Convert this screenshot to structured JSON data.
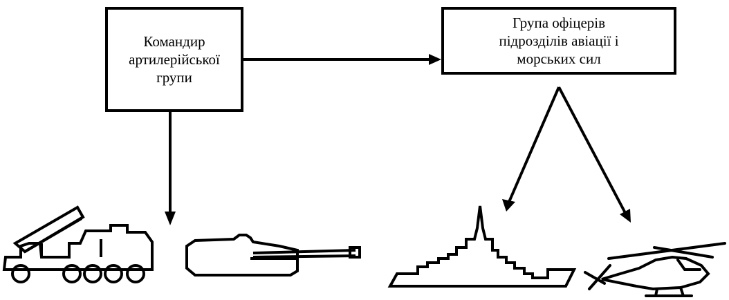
{
  "commander_box": {
    "lines": [
      "Командир",
      "артилерійської",
      "групи"
    ]
  },
  "officers_box": {
    "lines": [
      "Група офіцерів",
      "підрозділів авіації і",
      "морських сил"
    ]
  },
  "icons": {
    "rocket_launcher": "rocket-launcher-truck-icon",
    "howitzer": "self-propelled-gun-icon",
    "ship": "warship-icon",
    "helicopter": "helicopter-icon"
  },
  "colors": {
    "stroke": "#000000",
    "background": "#ffffff"
  }
}
